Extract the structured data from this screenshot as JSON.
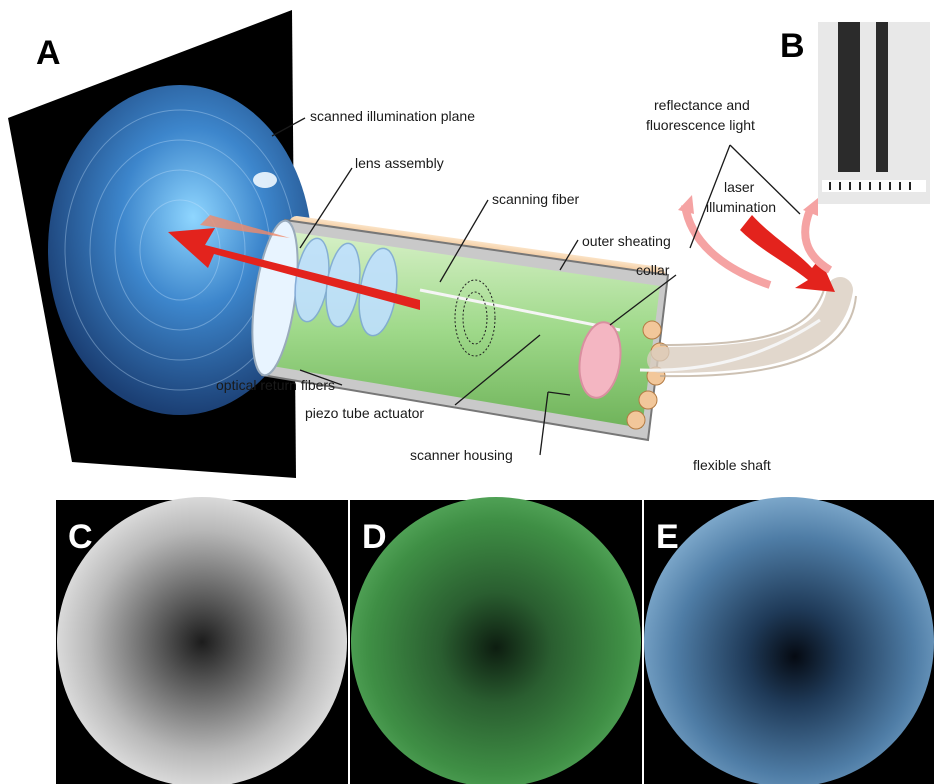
{
  "panelA": {
    "letter": "A",
    "labels": {
      "scanned_illumination_plane": "scanned illumination plane",
      "lens_assembly": "lens assembly",
      "scanning_fiber": "scanning fiber",
      "outer_sheating": "outer sheating",
      "collar": "collar",
      "reflectance_line1": "reflectance and",
      "reflectance_line2": "fluorescence light",
      "laser_line1": "laser",
      "laser_line2": "illumination",
      "optical_return_fibers": "optical return fibers",
      "piezo_tube_actuator": "piezo tube actuator",
      "scanner_housing": "scanner housing",
      "flexible_shaft": "flexible shaft"
    }
  },
  "panelB": {
    "letter": "B"
  },
  "panelC": {
    "letter": "C",
    "tint": "#b9b9b9"
  },
  "panelD": {
    "letter": "D",
    "tint": "#3f8f45"
  },
  "panelE": {
    "letter": "E",
    "tint": "#4f7da6"
  },
  "colors": {
    "fiber_orange": "#f2c79a",
    "housing_green": "#9fd98a",
    "laser_red": "#e3231d",
    "collar_pink": "#f4b6c2",
    "plane_blue": "#2f6fb8"
  }
}
